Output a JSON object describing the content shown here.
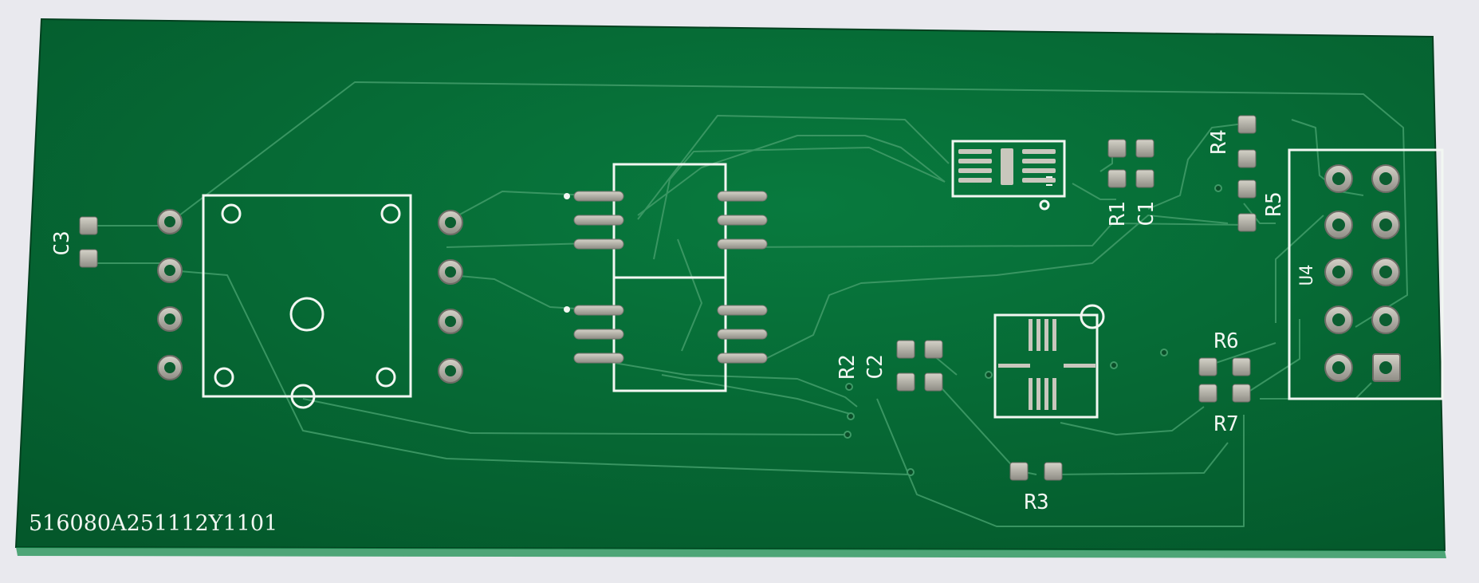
{
  "board": {
    "serial": "516080A251112Y1101",
    "colors": {
      "background": "#e9e9ee",
      "soldermask": "#056b35",
      "soldermask_dark": "#045e2d",
      "trace": "#3f9a67",
      "silkscreen": "#f2f7f2",
      "pad": "#b9b7ad"
    }
  },
  "labels": {
    "c3": "C3",
    "r1": "R1",
    "c1": "C1",
    "r4": "R4",
    "r5": "R5",
    "u4": "U4",
    "r2": "R2",
    "c2": "C2",
    "r6": "R6",
    "r7": "R7",
    "r3": "R3"
  }
}
